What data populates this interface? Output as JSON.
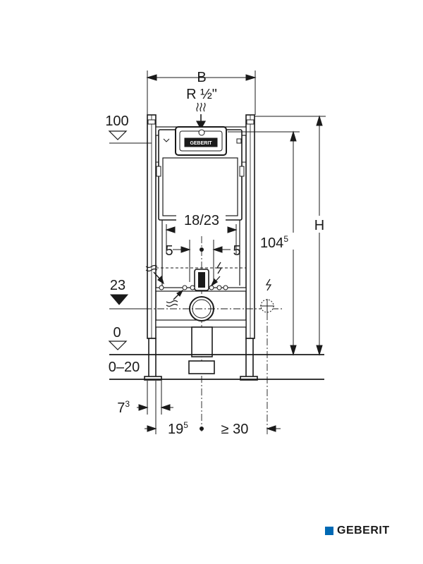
{
  "labels": {
    "width": "B",
    "thread": "R ½\"",
    "height": "H",
    "level_100": "100",
    "level_23": "23",
    "level_0": "0",
    "floor_range": "0–20",
    "dim_18_23": "18/23",
    "dim_5_left": "5",
    "dim_5_right": "5",
    "dim_104_main": "104",
    "dim_104_sup": "5",
    "dim_7_main": "7",
    "dim_7_sup": "3",
    "dim_19_main": "19",
    "dim_19_sup": "5",
    "dim_30": "≥ 30",
    "plate_brand": "GEBERIT"
  },
  "brand": {
    "name": "GEBERIT",
    "color": "#0069b4"
  }
}
